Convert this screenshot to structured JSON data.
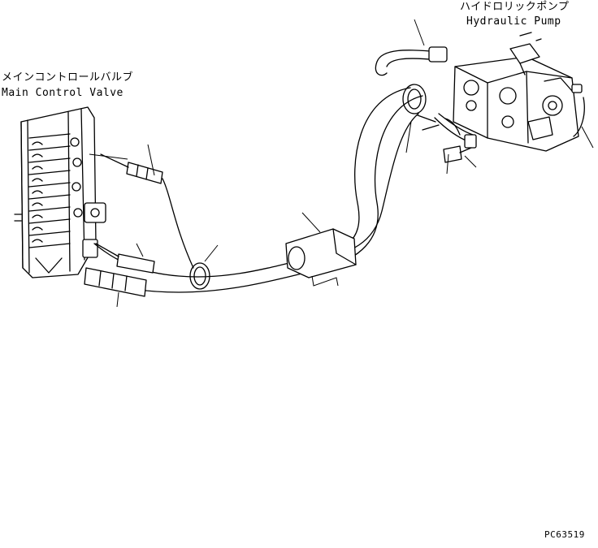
{
  "labels": {
    "main_valve_jp": "メインコントロールバルブ",
    "main_valve_en": "Main Control Valve",
    "pump_jp": "ハイドロリックポンプ",
    "pump_en": "Hydraulic Pump",
    "drawing_code": "PC63519"
  },
  "colors": {
    "ink": "#000000",
    "paper": "#ffffff"
  }
}
